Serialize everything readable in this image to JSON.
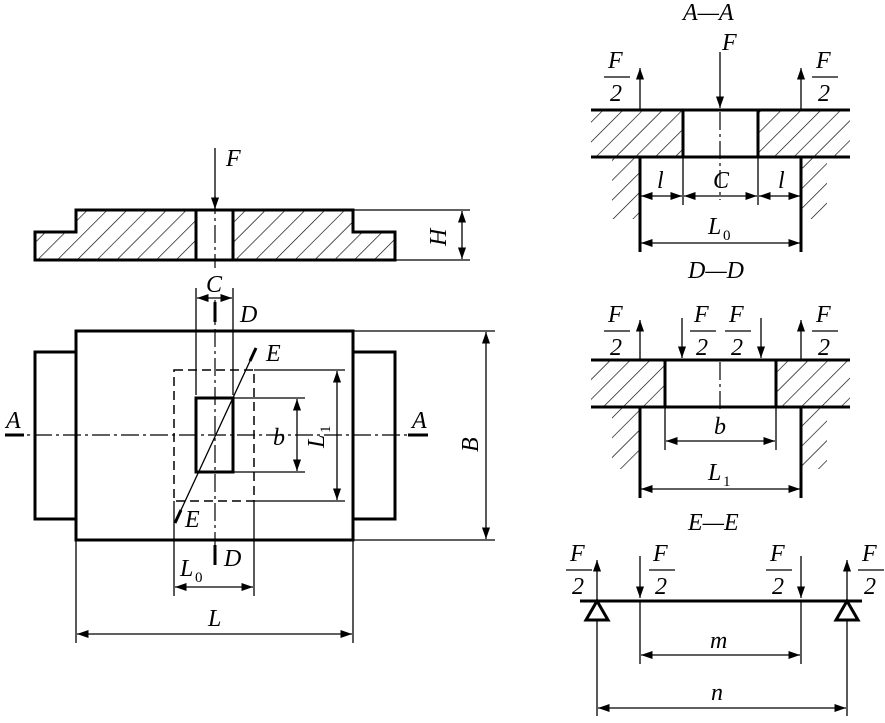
{
  "plan_view": {
    "force_label": "F",
    "height_label": "H",
    "section_width_label": "C",
    "length_label": "L",
    "breadth_label": "B",
    "inner_length_label": "L",
    "inner_length_sub": "0",
    "inner_breadth_label": "L",
    "inner_breadth_sub": "1",
    "slot_label": "b",
    "section_a_label": "A",
    "section_d_label": "D",
    "section_e_label": "E"
  },
  "section_aa": {
    "title": "A—A",
    "force_label": "F",
    "half_force_num": "F",
    "half_force_den": "2",
    "gap_label": "l",
    "width_label": "C",
    "span_label": "L",
    "span_sub": "0"
  },
  "section_dd": {
    "title": "D—D",
    "half_force_num": "F",
    "half_force_den": "2",
    "width_label": "b",
    "span_label": "L",
    "span_sub": "1"
  },
  "section_ee": {
    "title": "E—E",
    "half_force_num": "F",
    "half_force_den": "2",
    "inner_span_label": "m",
    "outer_span_label": "n"
  }
}
